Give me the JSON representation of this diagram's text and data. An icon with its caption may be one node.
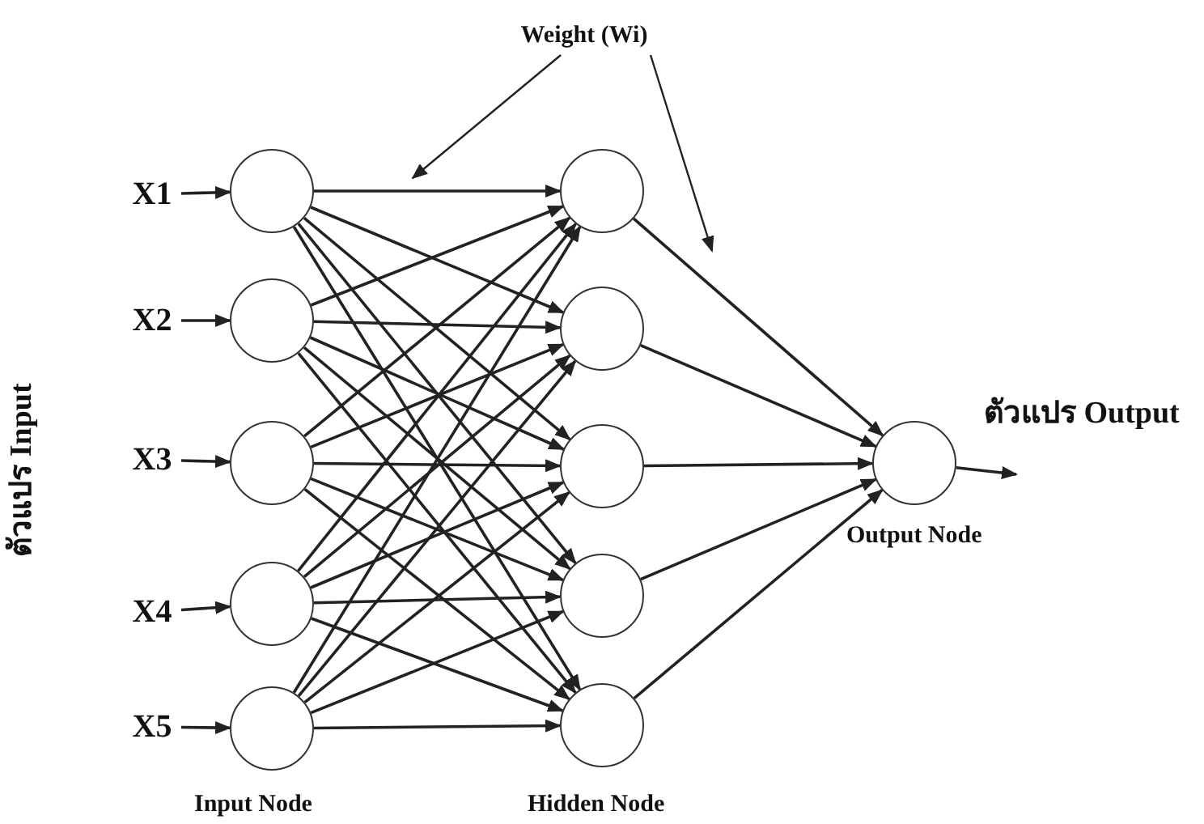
{
  "diagram": {
    "nodes": [
      {
        "text": [
          "X1"
        ]
      },
      {
        "text": [
          "X2"
        ]
      },
      {
        "text": [
          "X3"
        ]
      },
      {
        "text": [
          "X4"
        ]
      },
      {
        "text": [
          "X5"
        ]
      },
      {
        "text": [],
        "shape": "circle"
      },
      {
        "text": [],
        "shape": "circle"
      },
      {
        "text": [],
        "shape": "circle"
      },
      {
        "text": [],
        "shape": "circle"
      },
      {
        "text": [],
        "shape": "circle"
      },
      {
        "text": [],
        "shape": "circle"
      },
      {
        "text": [],
        "shape": "circle"
      },
      {
        "text": [],
        "shape": "circle"
      },
      {
        "text": [],
        "shape": "circle"
      },
      {
        "text": [],
        "shape": "circle"
      },
      {
        "text": [],
        "shape": "circle",
        "beside": [
          "Output Node"
        ]
      },
      {
        "text": [
          "Weight (Wi)"
        ]
      }
    ],
    "edges": [
      {
        "from": 0,
        "to": 5,
        "arrow": "to"
      },
      {
        "from": 1,
        "to": 6,
        "arrow": "to"
      },
      {
        "from": 2,
        "to": 7,
        "arrow": "to"
      },
      {
        "from": 3,
        "to": 8,
        "arrow": "to"
      },
      {
        "from": 4,
        "to": 9,
        "arrow": "to"
      },
      {
        "from": 5,
        "to": 10,
        "arrow": "to"
      },
      {
        "from": 5,
        "to": 11,
        "arrow": "to"
      },
      {
        "from": 5,
        "to": 12,
        "arrow": "to"
      },
      {
        "from": 5,
        "to": 13,
        "arrow": "to"
      },
      {
        "from": 5,
        "to": 14,
        "arrow": "to"
      },
      {
        "from": 6,
        "to": 10,
        "arrow": "to"
      },
      {
        "from": 6,
        "to": 11,
        "arrow": "to"
      },
      {
        "from": 6,
        "to": 12,
        "arrow": "to"
      },
      {
        "from": 6,
        "to": 13,
        "arrow": "to"
      },
      {
        "from": 6,
        "to": 14,
        "arrow": "to"
      },
      {
        "from": 7,
        "to": 10,
        "arrow": "to"
      },
      {
        "from": 7,
        "to": 11,
        "arrow": "to"
      },
      {
        "from": 7,
        "to": 12,
        "arrow": "to"
      },
      {
        "from": 7,
        "to": 13,
        "arrow": "to"
      },
      {
        "from": 7,
        "to": 14,
        "arrow": "to"
      },
      {
        "from": 8,
        "to": 10,
        "arrow": "to"
      },
      {
        "from": 8,
        "to": 11,
        "arrow": "to"
      },
      {
        "from": 8,
        "to": 12,
        "arrow": "to"
      },
      {
        "from": 8,
        "to": 13,
        "arrow": "to"
      },
      {
        "from": 8,
        "to": 14,
        "arrow": "to"
      },
      {
        "from": 9,
        "to": 10,
        "arrow": "to"
      },
      {
        "from": 9,
        "to": 11,
        "arrow": "to"
      },
      {
        "from": 9,
        "to": 12,
        "arrow": "to"
      },
      {
        "from": 9,
        "to": 13,
        "arrow": "to"
      },
      {
        "from": 9,
        "to": 14,
        "arrow": "to"
      },
      {
        "from": 10,
        "to": 15,
        "arrow": "to"
      },
      {
        "from": 11,
        "to": 15,
        "arrow": "to"
      },
      {
        "from": 12,
        "to": 15,
        "arrow": "to"
      },
      {
        "from": 13,
        "to": 15,
        "arrow": "to"
      },
      {
        "from": 14,
        "to": 15,
        "arrow": "to"
      },
      {
        "from": 15,
        "to": null,
        "arrow": "to"
      },
      {
        "from": 16,
        "to": null,
        "arrow": "to"
      },
      {
        "from": 16,
        "to": null,
        "arrow": "to"
      }
    ],
    "labels": [
      "ตัวแปร Input",
      "ตัวแปร Output",
      "Input Node",
      "Hidden Node"
    ]
  }
}
